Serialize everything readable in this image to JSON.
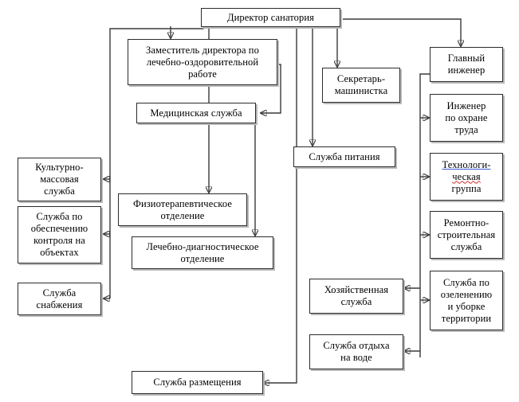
{
  "diagram": {
    "title_node": {
      "label": "Директор санатория"
    },
    "nodes": [
      {
        "id": "director",
        "label": "Директор санатория"
      },
      {
        "id": "deputy",
        "label": "Заместитель директора по лечебно-оздоровительной работе"
      },
      {
        "id": "medical",
        "label": "Медицинская служба"
      },
      {
        "id": "physio",
        "label": "Физиотерапевтическое отделение"
      },
      {
        "id": "diagnostic",
        "label": "Лечебно-диагностическое отделение"
      },
      {
        "id": "culture",
        "label": "Культурно-массовая служба"
      },
      {
        "id": "control",
        "label": "Служба по обеспечению контроля на объектах"
      },
      {
        "id": "supply",
        "label": "Служба снабжения"
      },
      {
        "id": "accommodation",
        "label": "Служба размещения"
      },
      {
        "id": "secretary",
        "label": "Секретарь-машинистка"
      },
      {
        "id": "catering",
        "label": "Служба питания"
      },
      {
        "id": "household",
        "label": "Хозяйственная служба"
      },
      {
        "id": "water_rest",
        "label": "Служба отдыха на воде"
      },
      {
        "id": "chief_engineer",
        "label": "Главный инженер"
      },
      {
        "id": "labor_safety",
        "label": "Инженер по охране труда"
      },
      {
        "id": "tech_group",
        "label": "Технологи-ческая группа"
      },
      {
        "id": "repair",
        "label": "Ремонтно-строительная служба"
      },
      {
        "id": "greenery",
        "label": "Служба по озеленению и уборке территории"
      }
    ],
    "node_lines": {
      "director": [
        "Директор санатория"
      ],
      "deputy": [
        "Заместитель директора по",
        "лечебно-оздоровительной",
        "работе"
      ],
      "medical": [
        "Медицинская служба"
      ],
      "physio": [
        "Физиотерапевтическое",
        "отделение"
      ],
      "diagnostic": [
        "Лечебно-диагностическое",
        "отделение"
      ],
      "culture": [
        "Культурно-",
        "массовая",
        "служба"
      ],
      "control": [
        "Служба по",
        "обеспечению",
        "контроля на",
        "объектах"
      ],
      "supply": [
        "Служба",
        "снабжения"
      ],
      "accommodation": [
        "Служба размещения"
      ],
      "secretary": [
        "Секретарь-",
        "машинистка"
      ],
      "catering": [
        "Служба питания"
      ],
      "household": [
        "Хозяйственная",
        "служба"
      ],
      "water_rest": [
        "Служба отдыха",
        "на воде"
      ],
      "chief_engineer": [
        "Главный",
        "инженер"
      ],
      "labor_safety": [
        "Инженер",
        "по охране",
        "труда"
      ],
      "tech_group": [
        "Технологи-",
        "ческая",
        "группа"
      ],
      "repair": [
        "Ремонтно-",
        "строительная",
        "служба"
      ],
      "greenery": [
        "Служба по",
        "озеленению",
        "и уборке",
        "территории"
      ]
    },
    "spellcheck": {
      "tech_group_line1": "Технологи-",
      "tech_group_line2": "ческая",
      "tech_group_line3": "группа",
      "blue_underline_color": "#3b5ed6",
      "red_wavy_color": "#d62f2f"
    },
    "style": {
      "box_border_color": "#2b2b2b",
      "box_shadow_color": "#b9b9b9",
      "connector_color": "#3a3a3a",
      "background": "#ffffff",
      "text_color": "#000000"
    }
  }
}
